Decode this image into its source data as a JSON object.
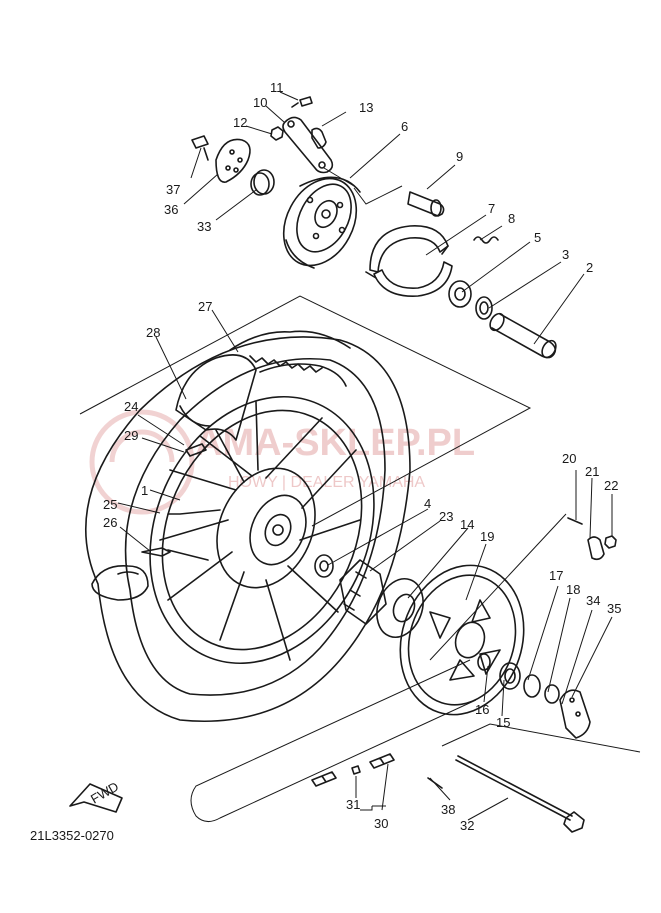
{
  "watermark": {
    "main": "AMA-SKLEP.PL",
    "sub": "HOWY | DEALER YAMAHA",
    "color": "#e3a5a5"
  },
  "diagram_code": "21L3352-0270",
  "fwd_badge": "FWD",
  "callouts": [
    "11",
    "10",
    "13",
    "12",
    "6",
    "9",
    "37",
    "36",
    "33",
    "7",
    "8",
    "5",
    "3",
    "2",
    "27",
    "28",
    "24",
    "29",
    "1",
    "25",
    "26",
    "4",
    "23",
    "14",
    "19",
    "20",
    "21",
    "22",
    "17",
    "18",
    "34",
    "35",
    "16",
    "15",
    "31",
    "30",
    "38",
    "32"
  ]
}
